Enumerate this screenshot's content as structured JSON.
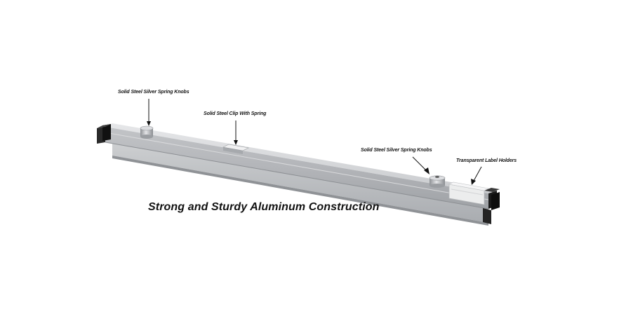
{
  "callouts": {
    "knob_left": "Solid Steel Silver Spring Knobs",
    "clip": "Solid Steel Clip With Spring",
    "knob_right": "Solid Steel Silver Spring Knobs",
    "label_holders": "Transparent Label Holders"
  },
  "tagline": "Strong and Sturdy Aluminum Construction",
  "colors": {
    "aluminum": "#bfc1c4",
    "aluminum_dark": "#9a9da1",
    "end_cap": "#1a1a1a",
    "text": "#111111"
  }
}
